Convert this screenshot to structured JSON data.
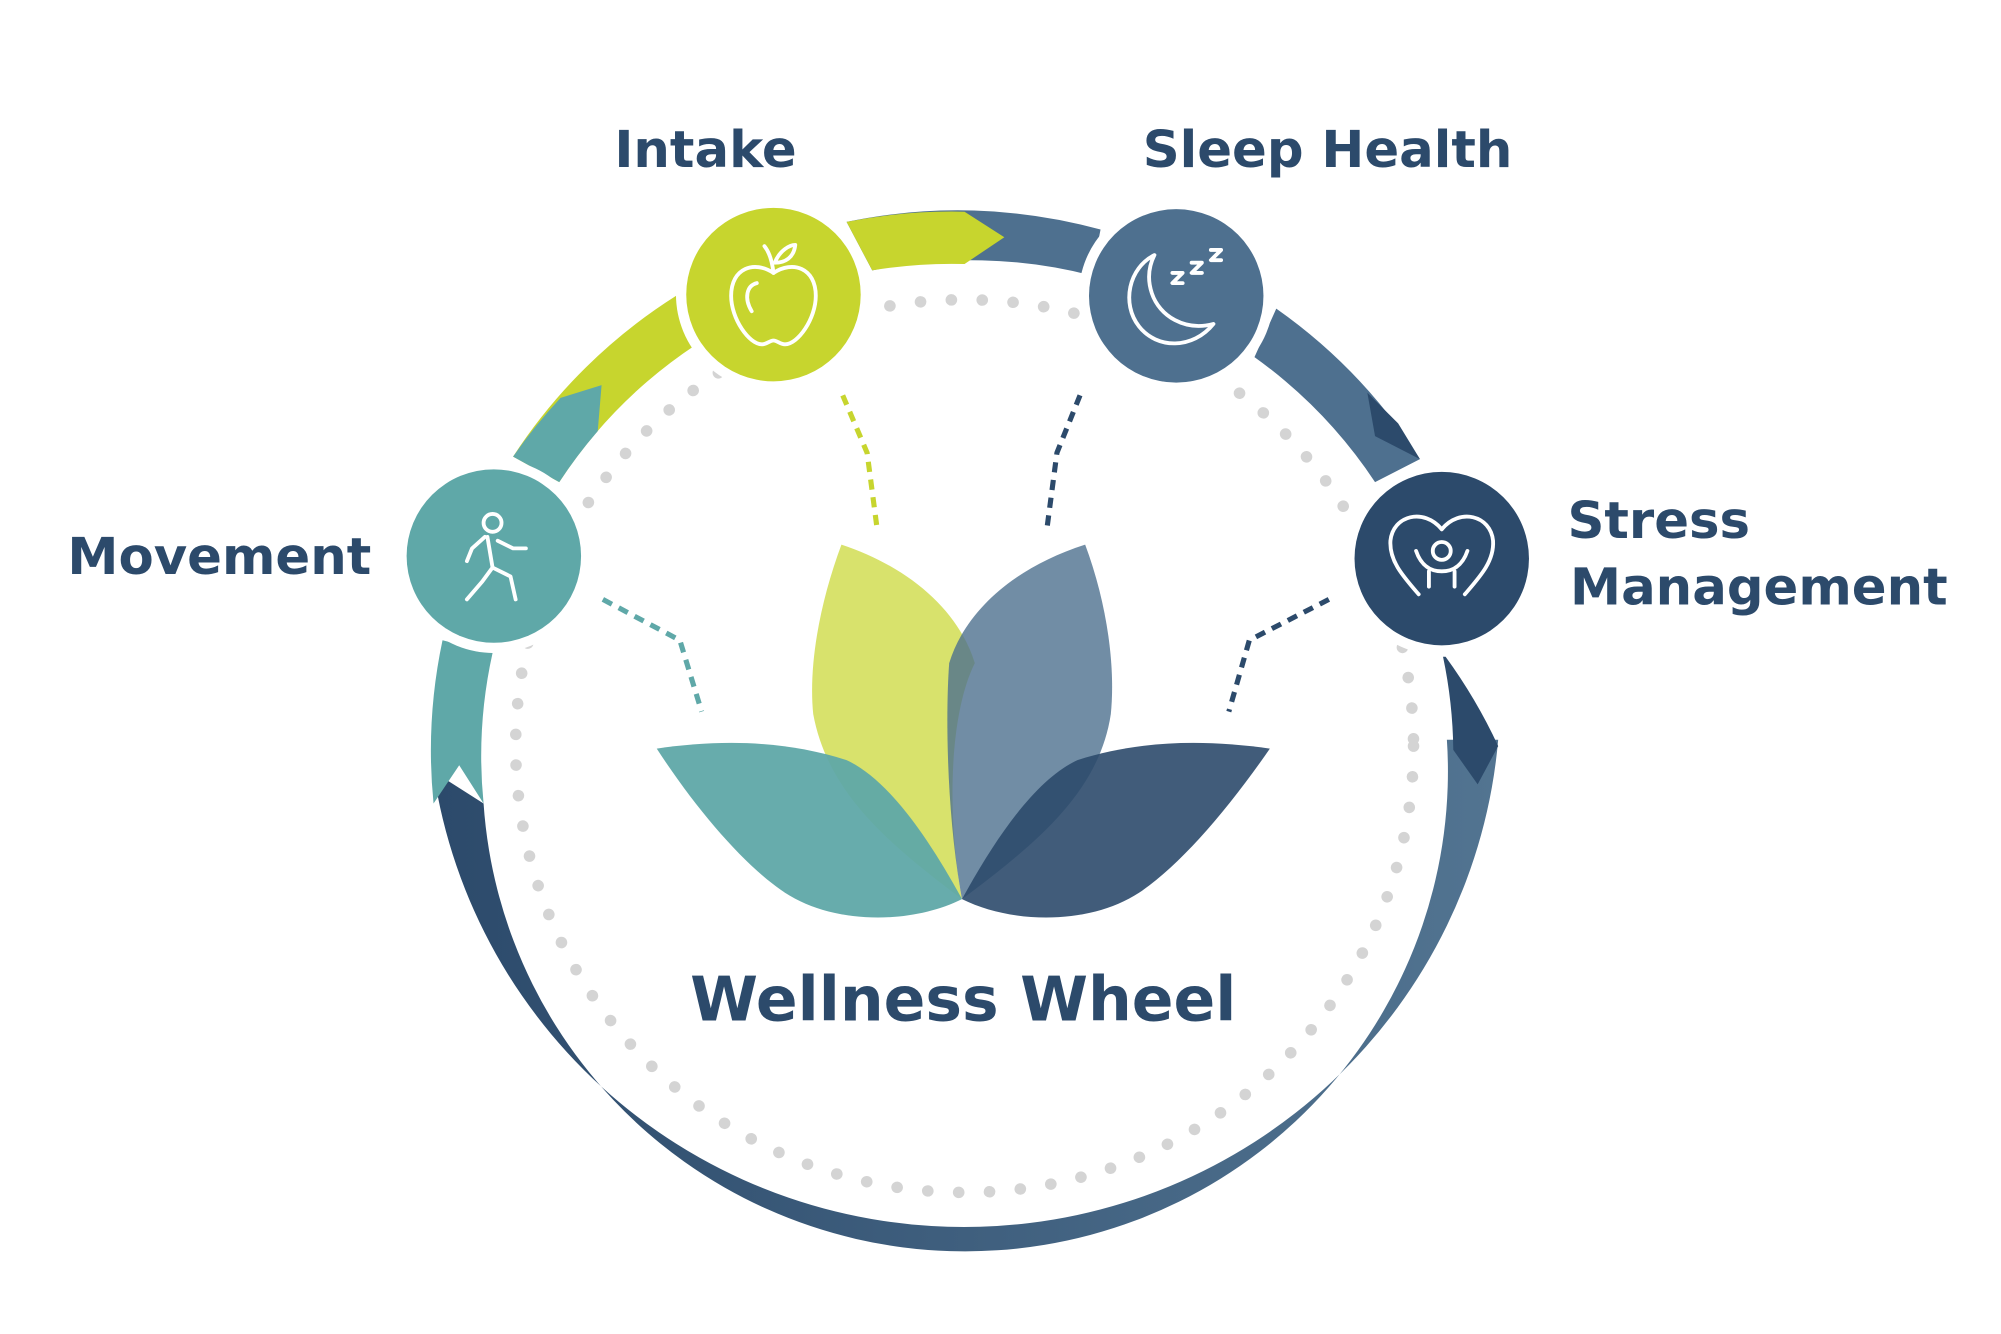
{
  "title": "Wellness Wheel",
  "segments": [
    {
      "label": "Movement",
      "icon": "walking-person-icon",
      "color": "#5fa8a8"
    },
    {
      "label": "Intake",
      "icon": "apple-icon",
      "color": "#c7d52e"
    },
    {
      "label": "Sleep Health",
      "icon": "moon-sleep-icon",
      "color": "#4e708f"
    },
    {
      "label_line1": "Stress",
      "label_line2": "Management",
      "icon": "heart-hands-icon",
      "color": "#2c4a6b"
    }
  ],
  "colors": {
    "text": "#2c4a6b",
    "dots": "#d4d4d4",
    "ring_dark": "#2c4a6b"
  }
}
